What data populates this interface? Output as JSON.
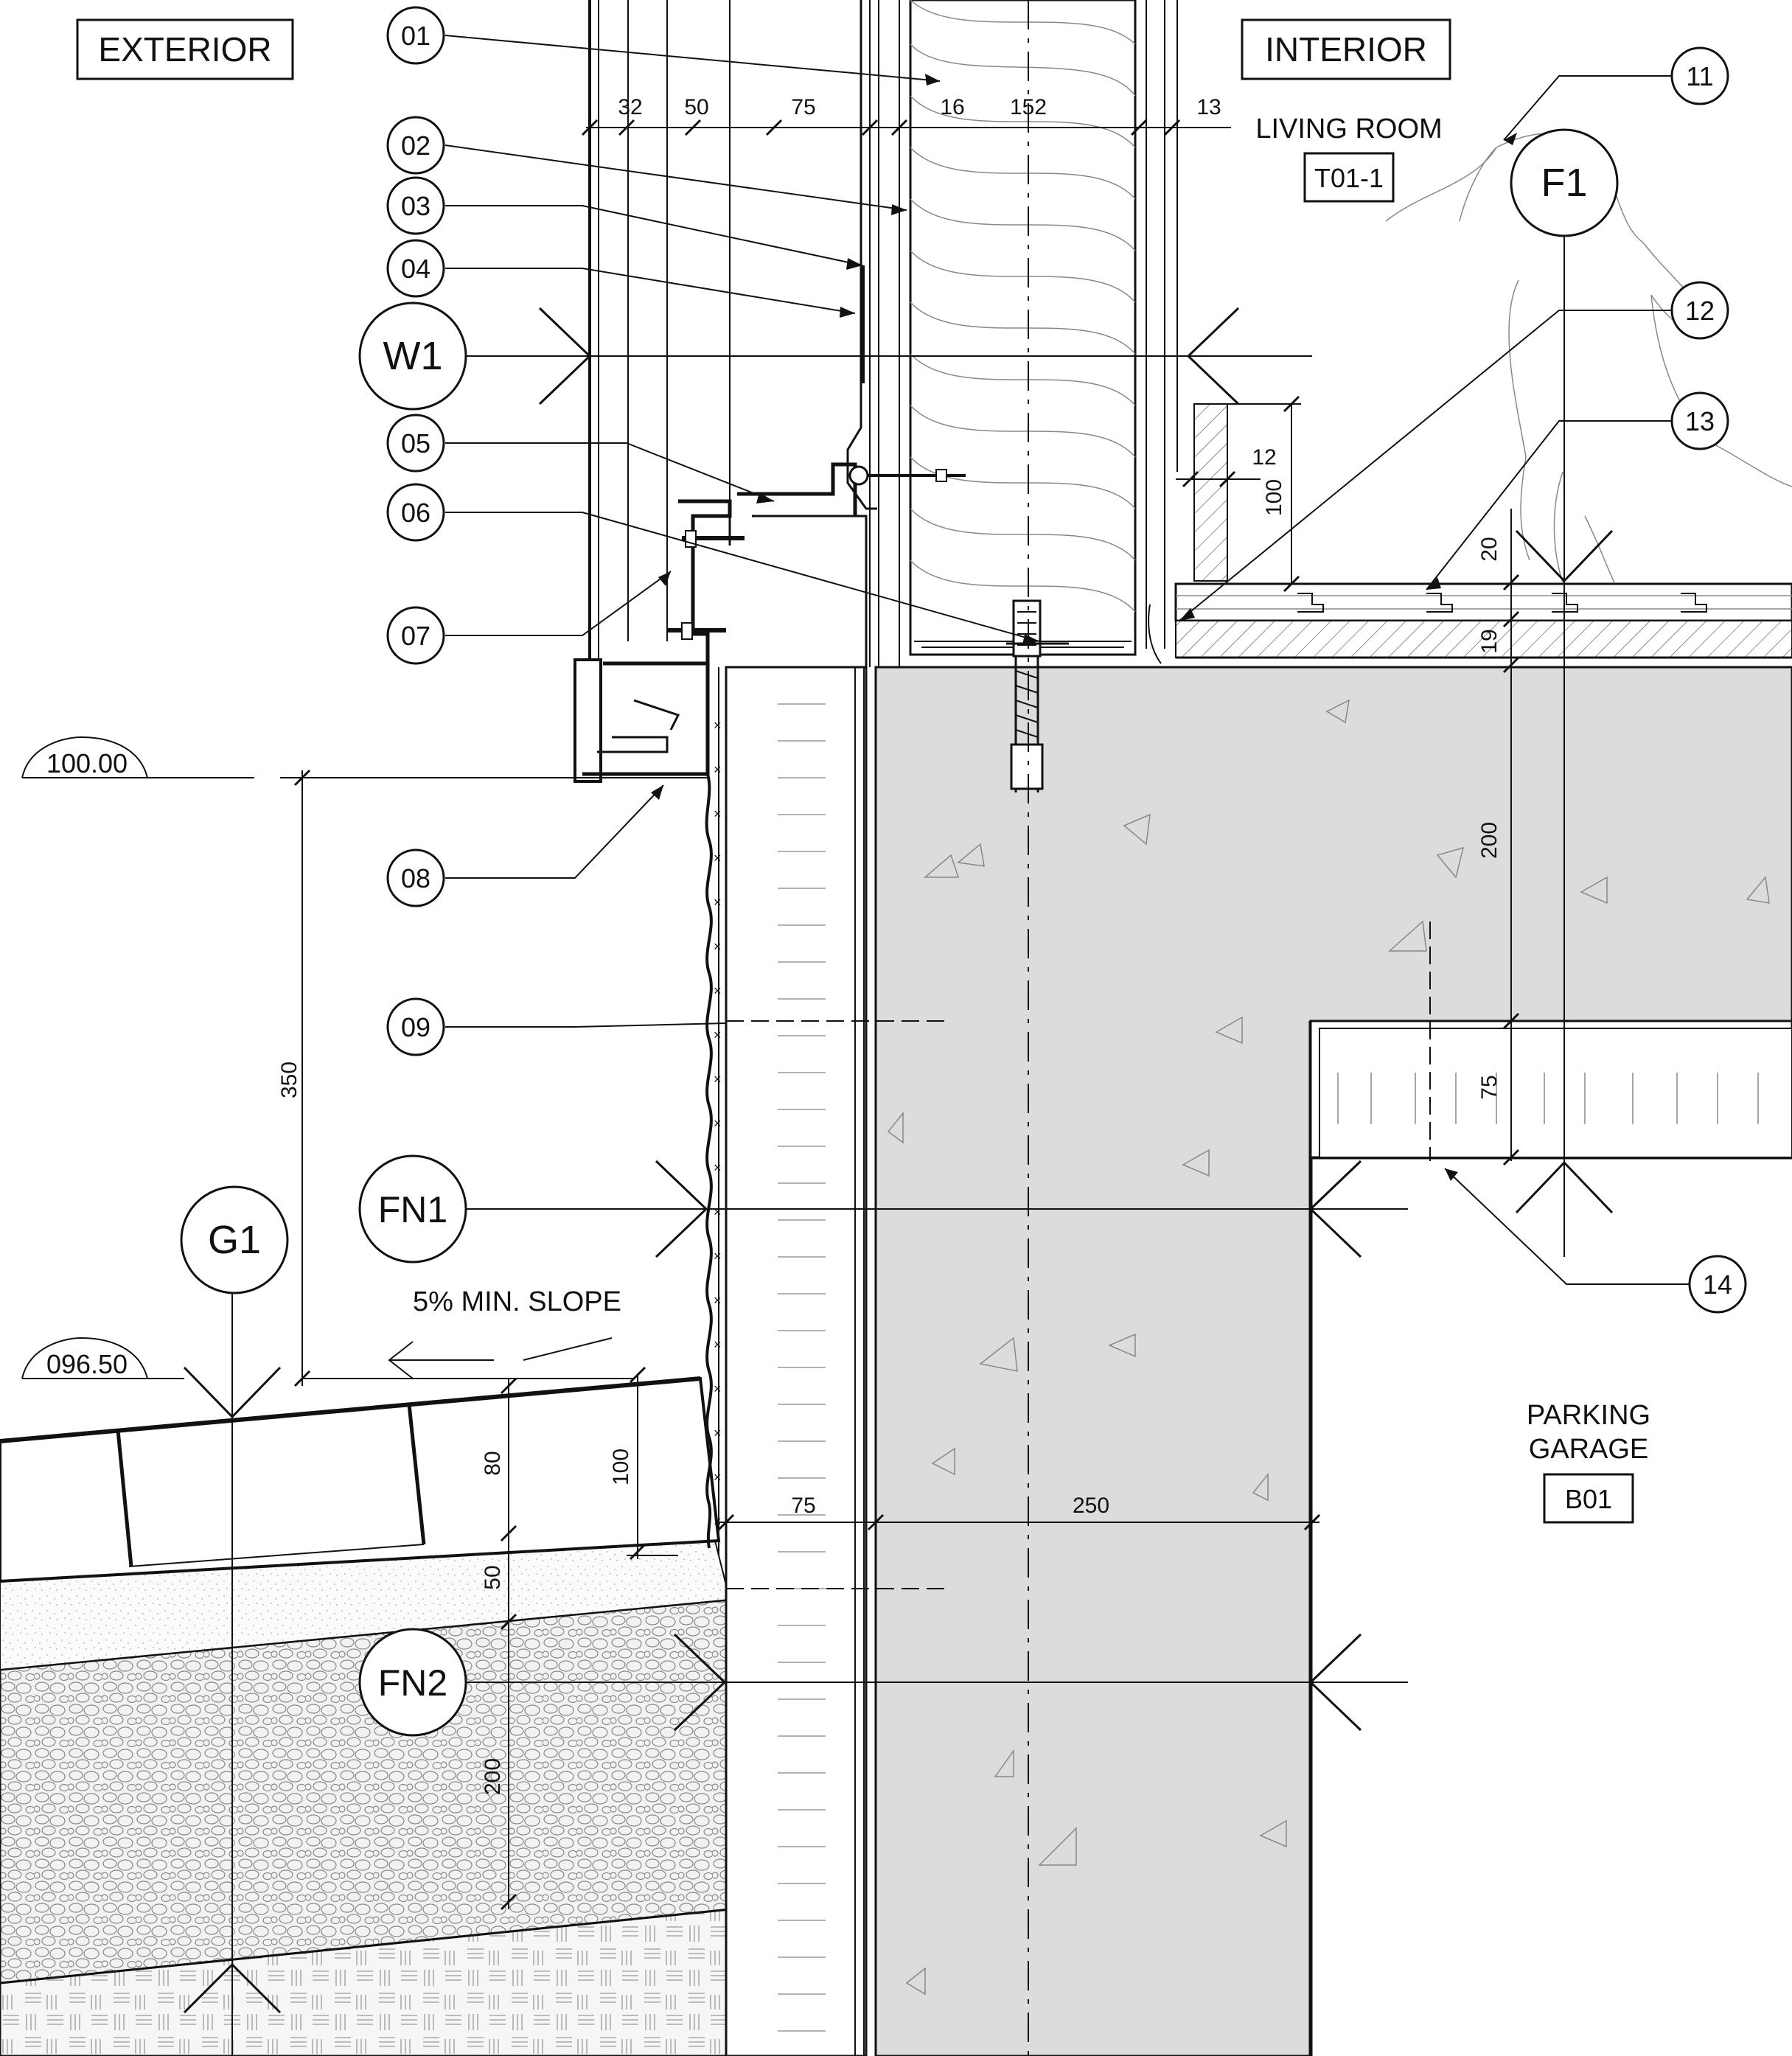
{
  "labels": {
    "exterior": "EXTERIOR",
    "interior": "INTERIOR",
    "living_room": "LIVING ROOM",
    "living_room_tag": "T01-1",
    "parking_garage_line1": "PARKING",
    "parking_garage_line2": "GARAGE",
    "parking_garage_tag": "B01",
    "slope_note": "5% MIN. SLOPE"
  },
  "elevations": {
    "top": "100.00",
    "grade": "096.50"
  },
  "callouts": [
    "01",
    "02",
    "03",
    "04",
    "05",
    "06",
    "07",
    "08",
    "09",
    "11",
    "12",
    "13",
    "14"
  ],
  "section_markers": {
    "w1": "W1",
    "f1": "F1",
    "g1": "G1",
    "fn1": "FN1",
    "fn2": "FN2"
  },
  "dimensions": {
    "top_32": "32",
    "top_50": "50",
    "top_75": "75",
    "top_16": "16",
    "top_152": "152",
    "top_13": "13",
    "d_12": "12",
    "d_100_trim": "100",
    "d_20": "20",
    "d_19": "19",
    "d_200_slab": "200",
    "d_75_beam": "75",
    "d_350": "350",
    "d_80": "80",
    "d_100_paver": "100",
    "d_50": "50",
    "d_200_gravel": "200",
    "d_75_insul": "75",
    "d_250": "250"
  },
  "colors": {
    "line": "#111111",
    "concrete": "#dcdcdc",
    "background": "#ffffff"
  }
}
